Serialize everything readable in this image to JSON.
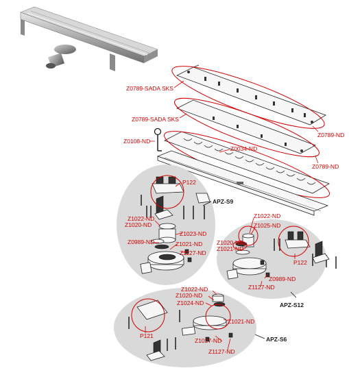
{
  "colors": {
    "callout": "#d20000",
    "group_label": "#1a1a1a",
    "group_bg": "#d9d9d9"
  },
  "labels": {
    "z0789_sada_1": "Z0789-SADA SKS",
    "z0789_sada_2": "Z0789-SADA SKS",
    "z0789_nd_1": "Z0789-ND",
    "z0789_nd_2": "Z0789-ND",
    "z0108": "Z0108-ND",
    "z0034": "Z0034-ND",
    "s9": {
      "group": "APZ-S9",
      "p122": "P122",
      "z1022": "Z1022-ND",
      "z1020": "Z1020-ND",
      "z1023": "Z1023-ND",
      "z0989": "Z0989-ND",
      "z1021": "Z1021-ND",
      "z1127": "Z1127-ND"
    },
    "s12": {
      "group": "APZ-S12",
      "z1022": "Z1022-ND",
      "z1025": "Z1025-ND",
      "z1020": "Z1020-ND",
      "z1021": "Z1021-ND",
      "p122": "P122",
      "z0989": "Z0989-ND",
      "z1127": "Z1127-ND"
    },
    "s6": {
      "group": "APZ-S6",
      "z1022": "Z1022-ND",
      "z1020": "Z1020-ND",
      "z1024": "Z1024-ND",
      "z1021": "Z1021-ND",
      "p121": "P121",
      "z1027": "Z1027-ND",
      "z1127": "Z1127-ND"
    }
  }
}
